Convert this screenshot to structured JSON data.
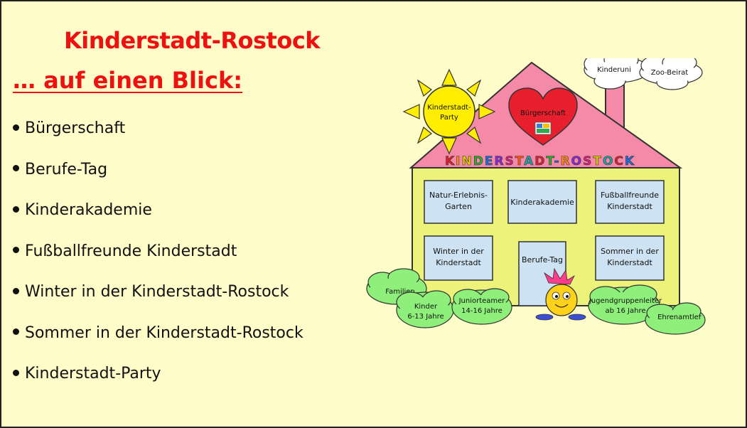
{
  "title": "Kinderstadt-Rostock",
  "subtitle": "… auf einen Blick:",
  "bullets": [
    "Bürgerschaft",
    "Berufe-Tag",
    "Kinderakademie",
    "Fußballfreunde Kinderstadt",
    "Winter in der Kinderstadt-Rostock",
    "Sommer in der Kinderstadt-Rostock",
    "Kinderstadt-Party"
  ],
  "house": {
    "banner": "KINDERSTADT-ROSTOCK",
    "sun_line1": "Kinderstadt-",
    "sun_line2": "Party",
    "heart": "Bürgerschaft",
    "cloud_left": "Kinderuni",
    "cloud_right": "Zoo-Beirat",
    "win1_line1": "Natur-Erlebnis-",
    "win1_line2": "Garten",
    "win2": "Kinderakademie",
    "win3_line1": "Fußballfreunde",
    "win3_line2": "Kinderstadt",
    "win4_line1": "Winter in der",
    "win4_line2": "Kinderstadt",
    "door": "Berufe-Tag",
    "win5_line1": "Sommer in der",
    "win5_line2": "Kinderstadt",
    "bush_familien": "Familien",
    "bush_kinder_line1": "Kinder",
    "bush_kinder_line2": "6-13 Jahre",
    "bush_junior_line1": "Juniorteamer",
    "bush_junior_line2": "14-16 Jahre",
    "bush_jugend_line1": "Jugendgruppenleiter",
    "bush_jugend_line2": "ab 16 Jahre",
    "bush_ehren": "Ehrenamtler"
  },
  "colors": {
    "background": "#fefcc8",
    "title": "#ee1111",
    "roof": "#f48aa8",
    "wall": "#ecf27a",
    "window": "#cde3f3",
    "heart": "#e8202e",
    "sun": "#ffee00",
    "bush": "#8ef07a"
  },
  "banner_letter_colors": [
    "#e0202e",
    "#ff8c1a",
    "#e3c700",
    "#2fae2f",
    "#1e6fd8",
    "#8a2bd8",
    "#e02080",
    "#ff5a1a",
    "#1ea3a3",
    "#e0202e",
    "#2fae2f",
    "#1e6fd8",
    "#ff8c1a",
    "#8a2bd8",
    "#e02080",
    "#e3c700",
    "#1ea3a3",
    "#e0202e",
    "#1e6fd8"
  ]
}
